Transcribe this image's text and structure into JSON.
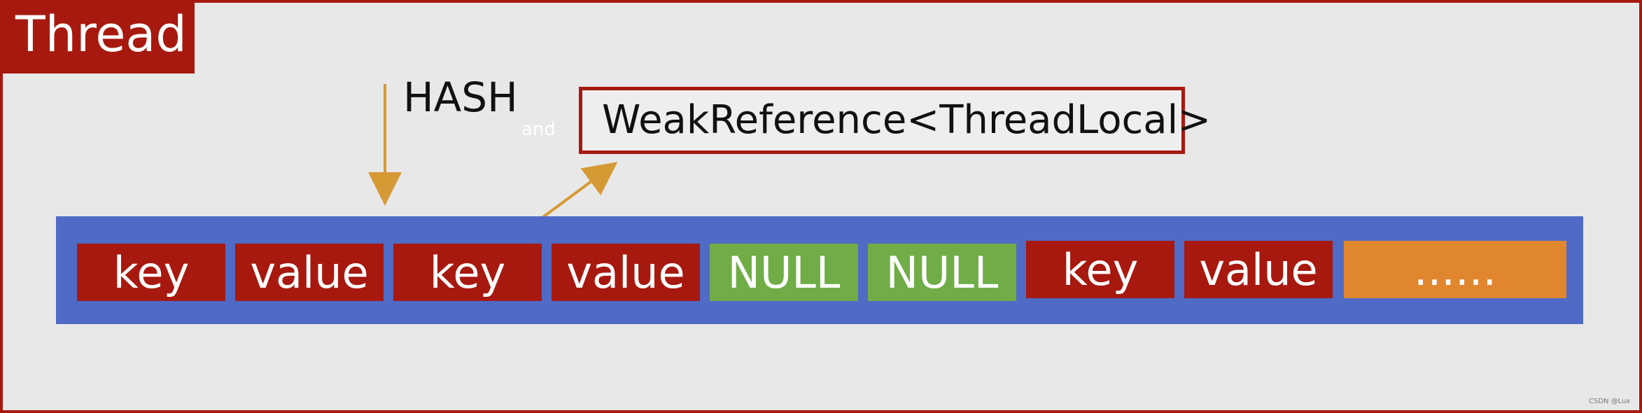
{
  "title": "Thread",
  "hash_label": "HASH",
  "and_label": "and",
  "reference_label": "WeakReference<ThreadLocal>",
  "cells": [
    {
      "label": "key",
      "kind": "key"
    },
    {
      "label": "value",
      "kind": "value"
    },
    {
      "label": "key",
      "kind": "key"
    },
    {
      "label": "value",
      "kind": "value"
    },
    {
      "label": "NULL",
      "kind": "null"
    },
    {
      "label": "NULL",
      "kind": "null"
    },
    {
      "label": "key",
      "kind": "key"
    },
    {
      "label": "value",
      "kind": "value"
    },
    {
      "label": "......",
      "kind": "more"
    }
  ],
  "watermark": "CSDN @Lux",
  "colors": {
    "frame": "#a7190f",
    "array": "#4f6bc5",
    "entry": "#a7190f",
    "null": "#70ad47",
    "more": "#e0862f",
    "arrow": "#d69a35"
  }
}
